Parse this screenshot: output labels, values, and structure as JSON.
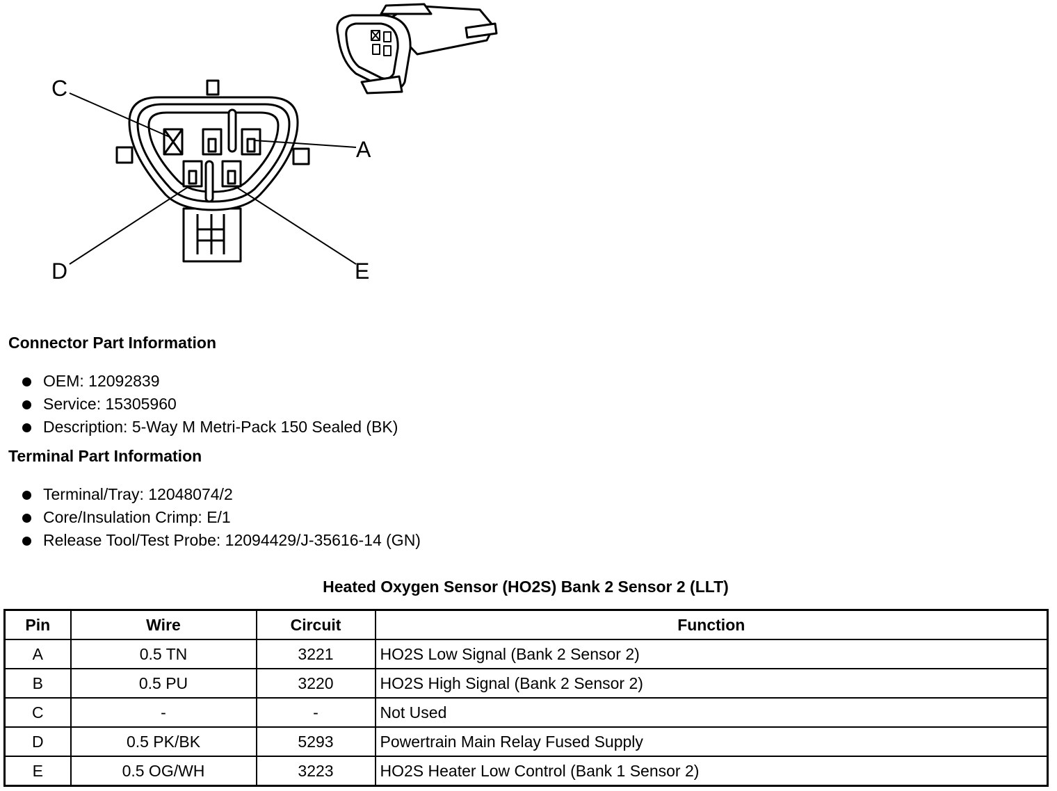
{
  "diagram": {
    "labels": {
      "A": "A",
      "C": "C",
      "D": "D",
      "E": "E"
    }
  },
  "connector_info": {
    "heading": "Connector Part Information",
    "items": [
      "OEM: 12092839",
      "Service: 15305960",
      "Description: 5-Way M Metri-Pack 150 Sealed (BK)"
    ]
  },
  "terminal_info": {
    "heading": "Terminal Part Information",
    "items": [
      "Terminal/Tray: 12048074/2",
      "Core/Insulation Crimp: E/1",
      "Release Tool/Test Probe: 12094429/J-35616-14 (GN)"
    ]
  },
  "table": {
    "title": "Heated Oxygen Sensor (HO2S) Bank 2 Sensor 2 (LLT)",
    "headers": [
      "Pin",
      "Wire",
      "Circuit",
      "Function"
    ],
    "rows": [
      [
        "A",
        "0.5 TN",
        "3221",
        "HO2S Low Signal (Bank 2 Sensor 2)"
      ],
      [
        "B",
        "0.5 PU",
        "3220",
        "HO2S High Signal (Bank 2 Sensor 2)"
      ],
      [
        "C",
        "-",
        "-",
        "Not Used"
      ],
      [
        "D",
        "0.5 PK/BK",
        "5293",
        "Powertrain Main Relay Fused Supply"
      ],
      [
        "E",
        "0.5 OG/WH",
        "3223",
        "HO2S Heater Low Control (Bank 1 Sensor 2)"
      ]
    ]
  }
}
